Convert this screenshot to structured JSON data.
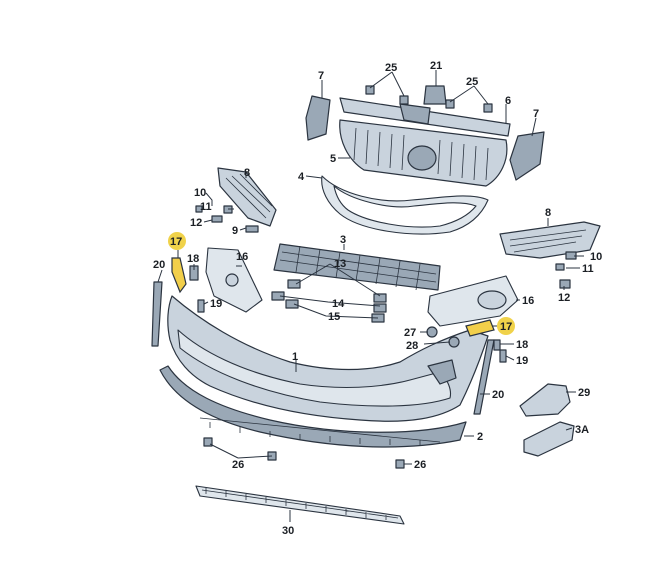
{
  "labels": [
    {
      "id": "l7a",
      "text": "7"
    },
    {
      "id": "l25a",
      "text": "25"
    },
    {
      "id": "l21",
      "text": "21"
    },
    {
      "id": "l25b",
      "text": "25"
    },
    {
      "id": "l6",
      "text": "6"
    },
    {
      "id": "l7b",
      "text": "7"
    },
    {
      "id": "l5",
      "text": "5"
    },
    {
      "id": "l8a",
      "text": "8"
    },
    {
      "id": "l4",
      "text": "4"
    },
    {
      "id": "l10a",
      "text": "10"
    },
    {
      "id": "l11a",
      "text": "11"
    },
    {
      "id": "l12a",
      "text": "12"
    },
    {
      "id": "l9",
      "text": "9"
    },
    {
      "id": "l3",
      "text": "3"
    },
    {
      "id": "l8b",
      "text": "8"
    },
    {
      "id": "l17a",
      "text": "17"
    },
    {
      "id": "l20a",
      "text": "20"
    },
    {
      "id": "l18a",
      "text": "18"
    },
    {
      "id": "l16a",
      "text": "16"
    },
    {
      "id": "l10b",
      "text": "10"
    },
    {
      "id": "l11b",
      "text": "11"
    },
    {
      "id": "l13",
      "text": "13"
    },
    {
      "id": "l14",
      "text": "14"
    },
    {
      "id": "l15",
      "text": "15"
    },
    {
      "id": "l19a",
      "text": "19"
    },
    {
      "id": "l12b",
      "text": "12"
    },
    {
      "id": "l16b",
      "text": "16"
    },
    {
      "id": "l17b",
      "text": "17"
    },
    {
      "id": "l27",
      "text": "27"
    },
    {
      "id": "l28",
      "text": "28"
    },
    {
      "id": "l18b",
      "text": "18"
    },
    {
      "id": "l19b",
      "text": "19"
    },
    {
      "id": "l1",
      "text": "1"
    },
    {
      "id": "l20b",
      "text": "20"
    },
    {
      "id": "l29",
      "text": "29"
    },
    {
      "id": "l3a",
      "text": "3A"
    },
    {
      "id": "l2",
      "text": "2"
    },
    {
      "id": "l26a",
      "text": "26"
    },
    {
      "id": "l26b",
      "text": "26"
    },
    {
      "id": "l30",
      "text": "30"
    }
  ]
}
